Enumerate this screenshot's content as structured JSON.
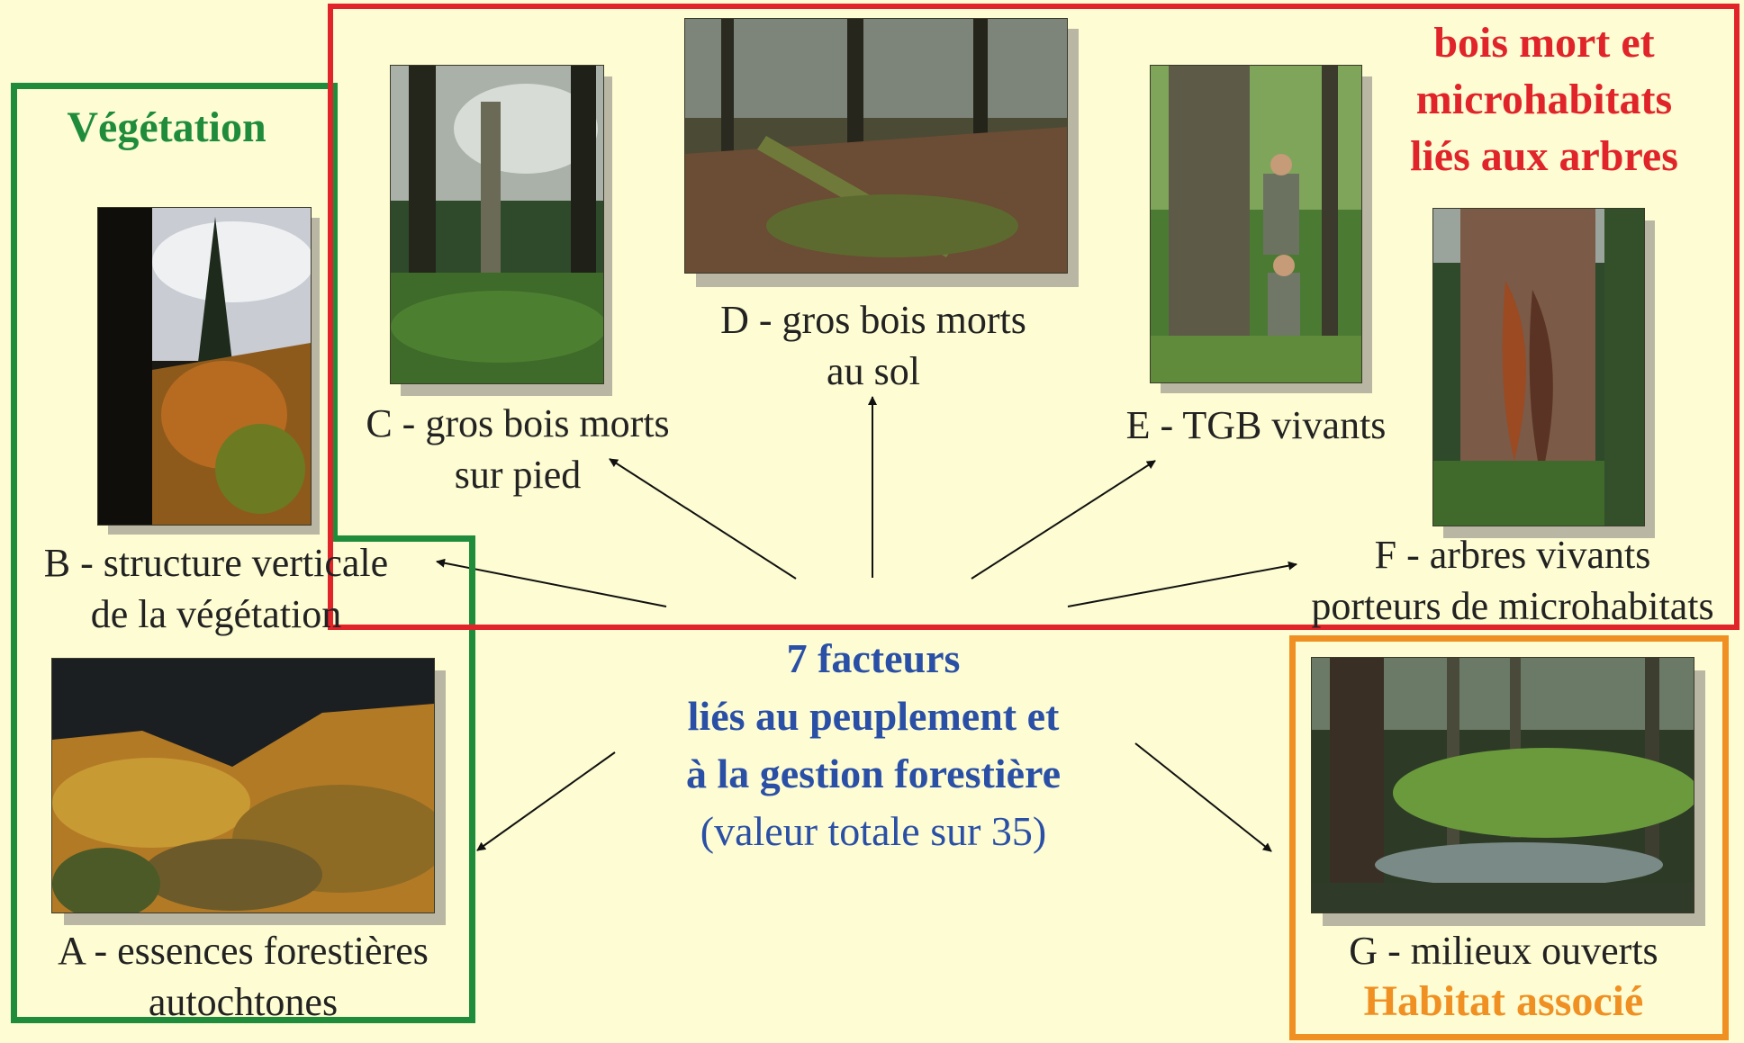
{
  "groups": {
    "vegetation": {
      "title": "Végétation",
      "color": "#1f8c3c"
    },
    "deadwood": {
      "title_lines": [
        "bois mort et",
        "microhabitats",
        "liés aux arbres"
      ],
      "color": "#e0242a"
    },
    "habitat": {
      "title": "Habitat associé",
      "color": "#f09022"
    }
  },
  "center": {
    "lines": [
      "7 facteurs",
      "liés au peuplement et",
      "à la gestion forestière"
    ],
    "note": "(valeur totale sur 35)",
    "color": "#2a4fa6"
  },
  "factors": [
    {
      "id": "A",
      "label_lines": [
        "A - essences forestières",
        "autochtones"
      ]
    },
    {
      "id": "B",
      "label_lines": [
        "B - structure verticale",
        "de la végétation"
      ]
    },
    {
      "id": "C",
      "label_lines": [
        "C - gros bois morts",
        "sur pied"
      ]
    },
    {
      "id": "D",
      "label_lines": [
        "D - gros bois morts",
        "au sol"
      ]
    },
    {
      "id": "E",
      "label_lines": [
        "E - TGB vivants"
      ]
    },
    {
      "id": "F",
      "label_lines": [
        "F - arbres vivants",
        "porteurs de microhabitats"
      ]
    },
    {
      "id": "G",
      "label_lines": [
        "G - milieux ouverts"
      ]
    }
  ]
}
